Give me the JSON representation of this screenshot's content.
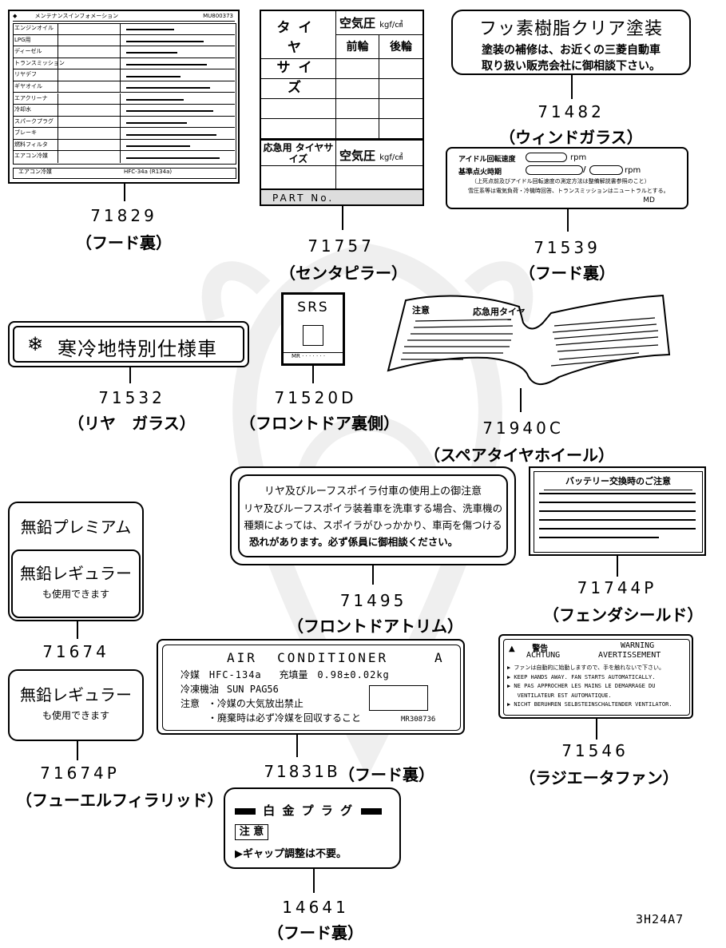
{
  "diagram_id": "3H24A7",
  "l71829": {
    "part_no": "71829",
    "location": "（フード裏）",
    "header_title": "メンテナンスインフォメーション",
    "header_code": "MU800373",
    "row_items": [
      "エンジンオイル",
      "LPG用",
      "ディーゼル",
      "トランスミッション",
      "リヤデフ",
      "ギヤオイル",
      "エアクリーナ",
      "冷却水",
      "スパークプラグ",
      "ブレーキ",
      "燃料フィルタ",
      "エアコン冷媒"
    ],
    "footer_left": "エアコン冷媒",
    "footer_right": "HFC-34a (R134a)"
  },
  "l71757": {
    "part_no": "71757",
    "location": "（センタピラー）",
    "tire_size": "タイヤ サイズ",
    "air_pressure": "空気圧",
    "unit": "kgf/㎠",
    "front": "前輪",
    "rear": "後輪",
    "spare_size": "応急用 タイヤサイズ",
    "part_no_label": "PART No."
  },
  "l71482": {
    "part_no": "71482",
    "location": "（ウィンドガラス）",
    "title": "フッ素樹脂クリア塗装",
    "line1": "塗装の補修は、お近くの三菱自動車",
    "line2": "取り扱い販売会社に御相談下さい。"
  },
  "l71539": {
    "part_no": "71539",
    "location": "（フード裏）",
    "idle": "アイドル回転速度",
    "ignition": "基準点火時期",
    "rpm": "rpm",
    "note1": "（上死点前及びアイドル回転速度の測定方法は整備解説書参照のこと）",
    "note2": "雪圧系等は電気負荷・冷機時回答、トランスミッションはニュートラルとする。",
    "code": "MD"
  },
  "l71532": {
    "part_no": "71532",
    "location": "（リヤ　ガラス）",
    "icon": "snowflake-icon",
    "text": "寒冷地特別仕様車"
  },
  "l71520D": {
    "part_no": "71520D",
    "location": "（フロントドア裏側）",
    "text": "SRS",
    "code": "MR"
  },
  "l71940C": {
    "part_no": "71940C",
    "location": "（スペアタイヤホイール）",
    "caution": "注意",
    "title": "応急用タイヤ"
  },
  "l71495": {
    "part_no": "71495",
    "location": "（フロントドアトリム）",
    "title": "リヤ及びルーフスポイラ付車の使用上の御注意",
    "line1": "リヤ及びルーフスポイラ装着車を洗車する場合、洗車機の",
    "line2": "種類によっては、スポイラがひっかかり、車両を傷つける",
    "line3": "恐れがあります。必ず係員に御相談ください。"
  },
  "l71744P": {
    "part_no": "71744P",
    "location": "（フェンダシールド）",
    "title": "バッテリー交換時のご注意"
  },
  "l71674": {
    "part_no": "71674",
    "top": "無鉛プレミアム",
    "main": "無鉛レギュラー",
    "sub": "も使用できます"
  },
  "l71674P": {
    "part_no": "71674P",
    "location": "（フューエルフィラリッド）",
    "main": "無鉛レギュラー",
    "sub": "も使用できます"
  },
  "l71831B": {
    "part_no": "71831B",
    "location": "（フード裏）",
    "title": "AIR  CONDITIONER",
    "grade": "A",
    "refrigerant_label": "冷媒",
    "refrigerant": "HFC-134a",
    "charge_label": "充填量",
    "charge": "0.98±0.02kg",
    "oil_label": "冷凍機油",
    "oil": "SUN PAG56",
    "caution_label": "注意",
    "caution1": "・冷媒の大気放出禁止",
    "caution2": "・廃棄時は必ず冷媒を回収すること",
    "code": "MR308736"
  },
  "l71546": {
    "part_no": "71546",
    "location": "（ラジエータファン）",
    "jp": "警告",
    "en": "WARNING",
    "de": "ACHTUNG",
    "fr": "AVERTISSEMENT",
    "lines": [
      "▶ ファンは自動的に始動しますので、手を触れないで下さい。",
      "▶ KEEP HANDS AWAY. FAN STARTS AUTOMATICALLY.",
      "▶ NE PAS APPROCHER LES MAINS LE DEMARRAGE DU",
      "   VENTILATEUR EST AUTOMATIQUE.",
      "▶ NICHT BERUHREN SELBSTEINSCHALTENDER VENTILATOR."
    ]
  },
  "l14641": {
    "part_no": "14641",
    "location": "（フード裏）",
    "title": "白 金 プ ラ グ",
    "caution": "注 意",
    "text": "▶ギャップ調整は不要。"
  }
}
